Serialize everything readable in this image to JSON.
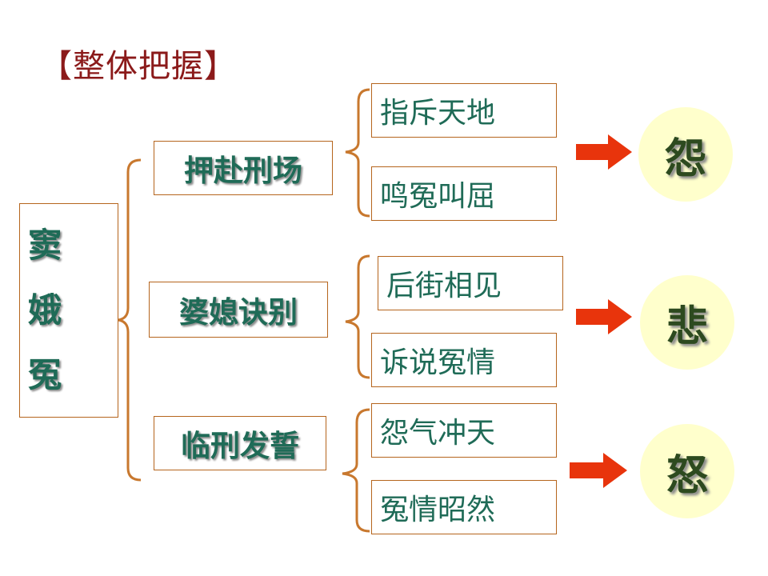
{
  "title": "【整体把握】",
  "root": {
    "chars": [
      "窦",
      "娥",
      "冤"
    ]
  },
  "branches": [
    {
      "label": "押赴刑场",
      "leaves": [
        "指斥天地",
        "鸣冤叫屈"
      ],
      "emotion": "怨"
    },
    {
      "label": "婆媳诀别",
      "leaves": [
        "后街相见",
        "诉说冤情"
      ],
      "emotion": "悲"
    },
    {
      "label": "临刑发誓",
      "leaves": [
        "怨气冲天",
        "冤情昭然"
      ],
      "emotion": "怒"
    }
  ],
  "colors": {
    "bracket": "#c8782e",
    "arrow": "#e8340c",
    "text": "#1f6b57",
    "circle": "#ffffcc"
  }
}
